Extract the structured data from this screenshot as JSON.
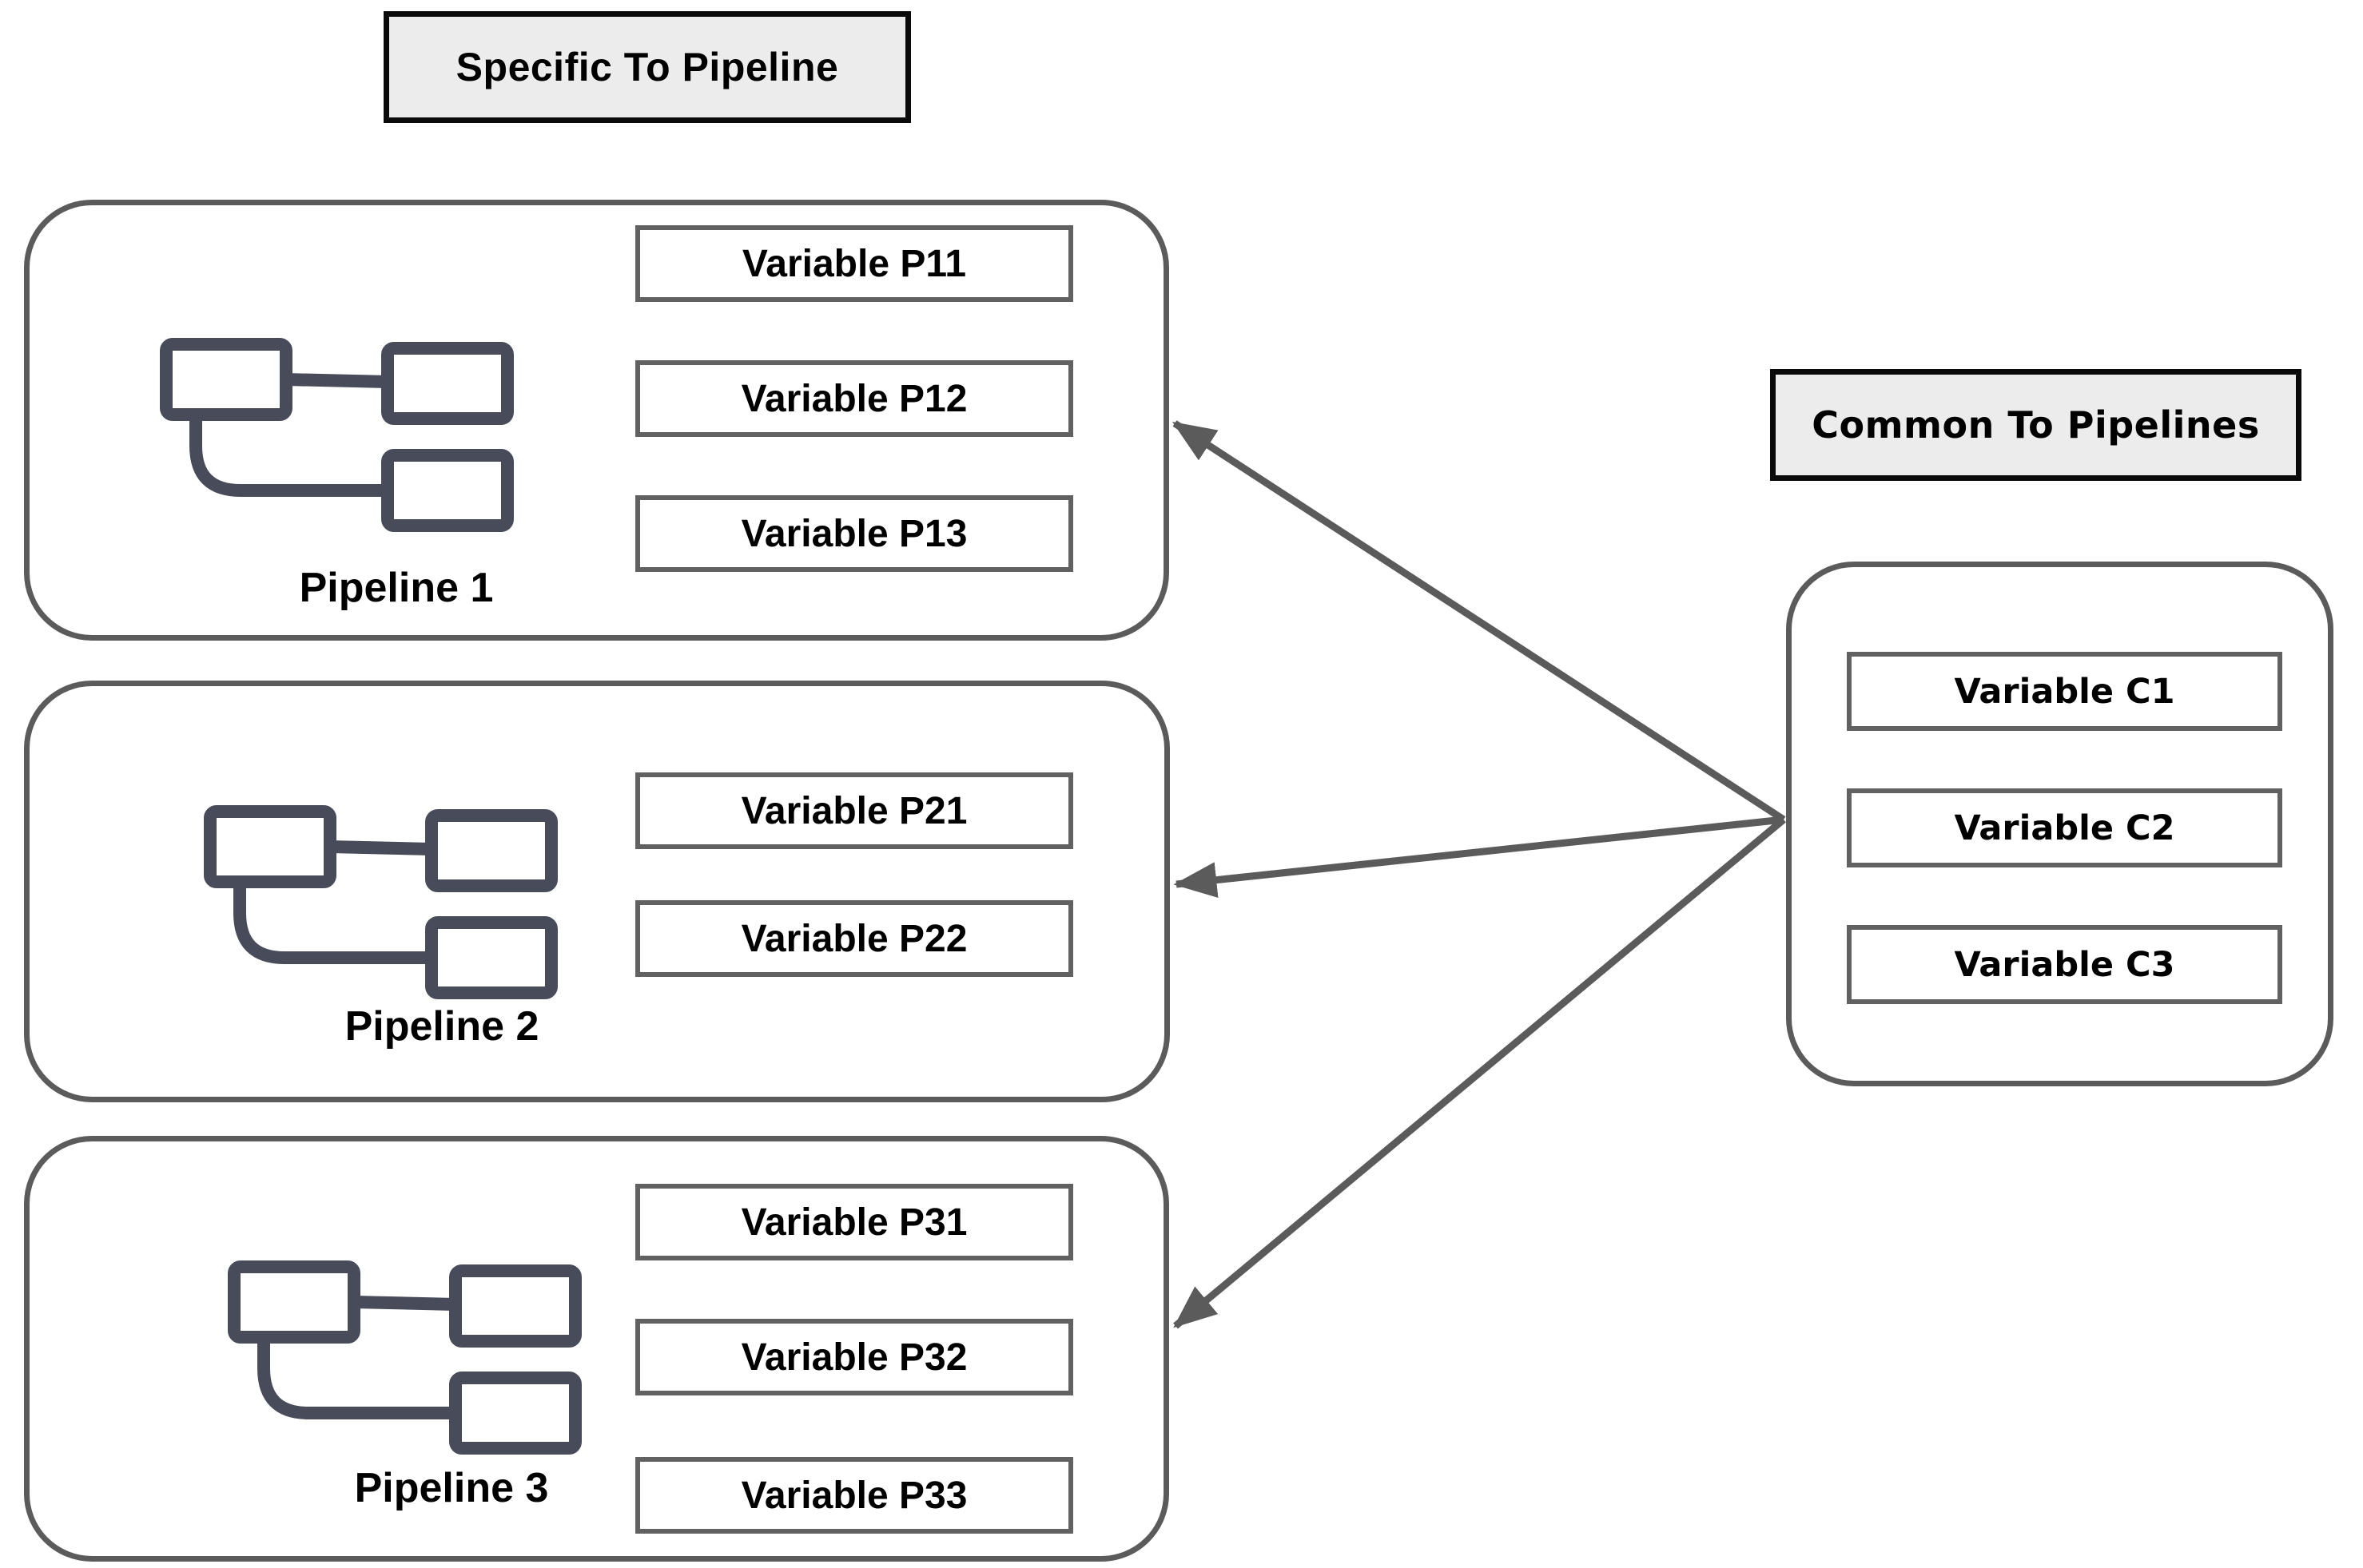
{
  "headers": {
    "specific": "Specific To Pipeline",
    "common": "Common To Pipelines"
  },
  "pipelines": [
    {
      "label": "Pipeline 1",
      "variables": [
        "Variable P11",
        "Variable P12",
        "Variable P13"
      ]
    },
    {
      "label": "Pipeline 2",
      "variables": [
        "Variable P21",
        "Variable P22"
      ]
    },
    {
      "label": "Pipeline 3",
      "variables": [
        "Variable P31",
        "Variable P32",
        "Variable P33"
      ]
    }
  ],
  "common_group": {
    "variables": [
      "Variable C1",
      "Variable C2",
      "Variable C3"
    ]
  },
  "icons": {
    "pipeline_icon": "flowchart-nodes-icon"
  },
  "connections": [
    {
      "from": "common-group",
      "to": "pipeline-1"
    },
    {
      "from": "common-group",
      "to": "pipeline-2"
    },
    {
      "from": "common-group",
      "to": "pipeline-3"
    }
  ],
  "colors": {
    "background": "#ffffff",
    "container_border": "#5b5b5b",
    "variable_border": "#616161",
    "header_border": "#0a0a0a",
    "header_bg": "#ececec",
    "icon_stroke": "#484c5a",
    "arrow": "#5b5b5b",
    "text": "#000000"
  }
}
